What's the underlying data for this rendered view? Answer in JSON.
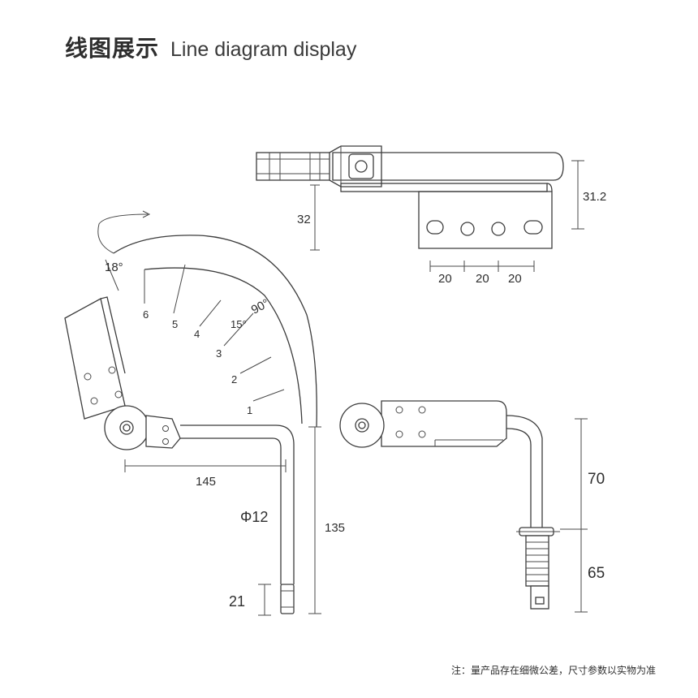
{
  "header": {
    "title_cn": "线图展示",
    "title_en": "Line diagram display"
  },
  "side_view": {
    "angle_18": "18°",
    "angle_90": "90°",
    "angle_15": "15°",
    "ticks": [
      "6",
      "5",
      "4",
      "3",
      "2",
      "1"
    ],
    "dim_145": "145",
    "dim_phi12": "Φ12",
    "dim_135": "135",
    "dim_21": "21"
  },
  "top_view": {
    "dim_32": "32",
    "dim_31_2": "31.2",
    "hole_spacing": [
      "20",
      "20",
      "20"
    ]
  },
  "front_view": {
    "dim_70": "70",
    "dim_65": "65"
  },
  "footnote": "注：量产品存在细微公差，尺寸参数以实物为准"
}
